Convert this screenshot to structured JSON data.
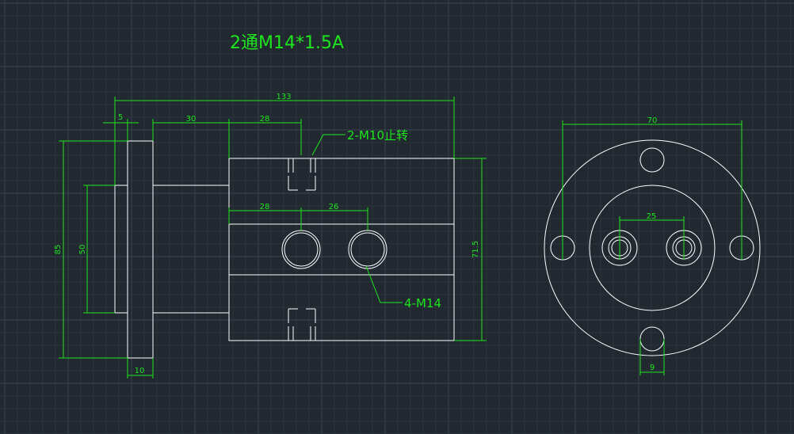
{
  "title": "2通M14*1.5A",
  "labels": {
    "stop_thread": "2-M10止转",
    "tap_holes": "4-M14"
  },
  "dimensions": {
    "overall_length": "133",
    "flange_step": "5",
    "neck_length": "30",
    "stop_offset": "28",
    "hole_offset": "28",
    "hole_pitch": "26",
    "flange_diameter": "85",
    "neck_diameter": "50",
    "body_height": "71.5",
    "flange_thickness": "10",
    "bolt_circle": "70",
    "center_spacing": "25",
    "slot_width": "9"
  },
  "colors": {
    "background": "#212830",
    "geometry": "#ffffff",
    "dimension": "#1ee61e"
  }
}
